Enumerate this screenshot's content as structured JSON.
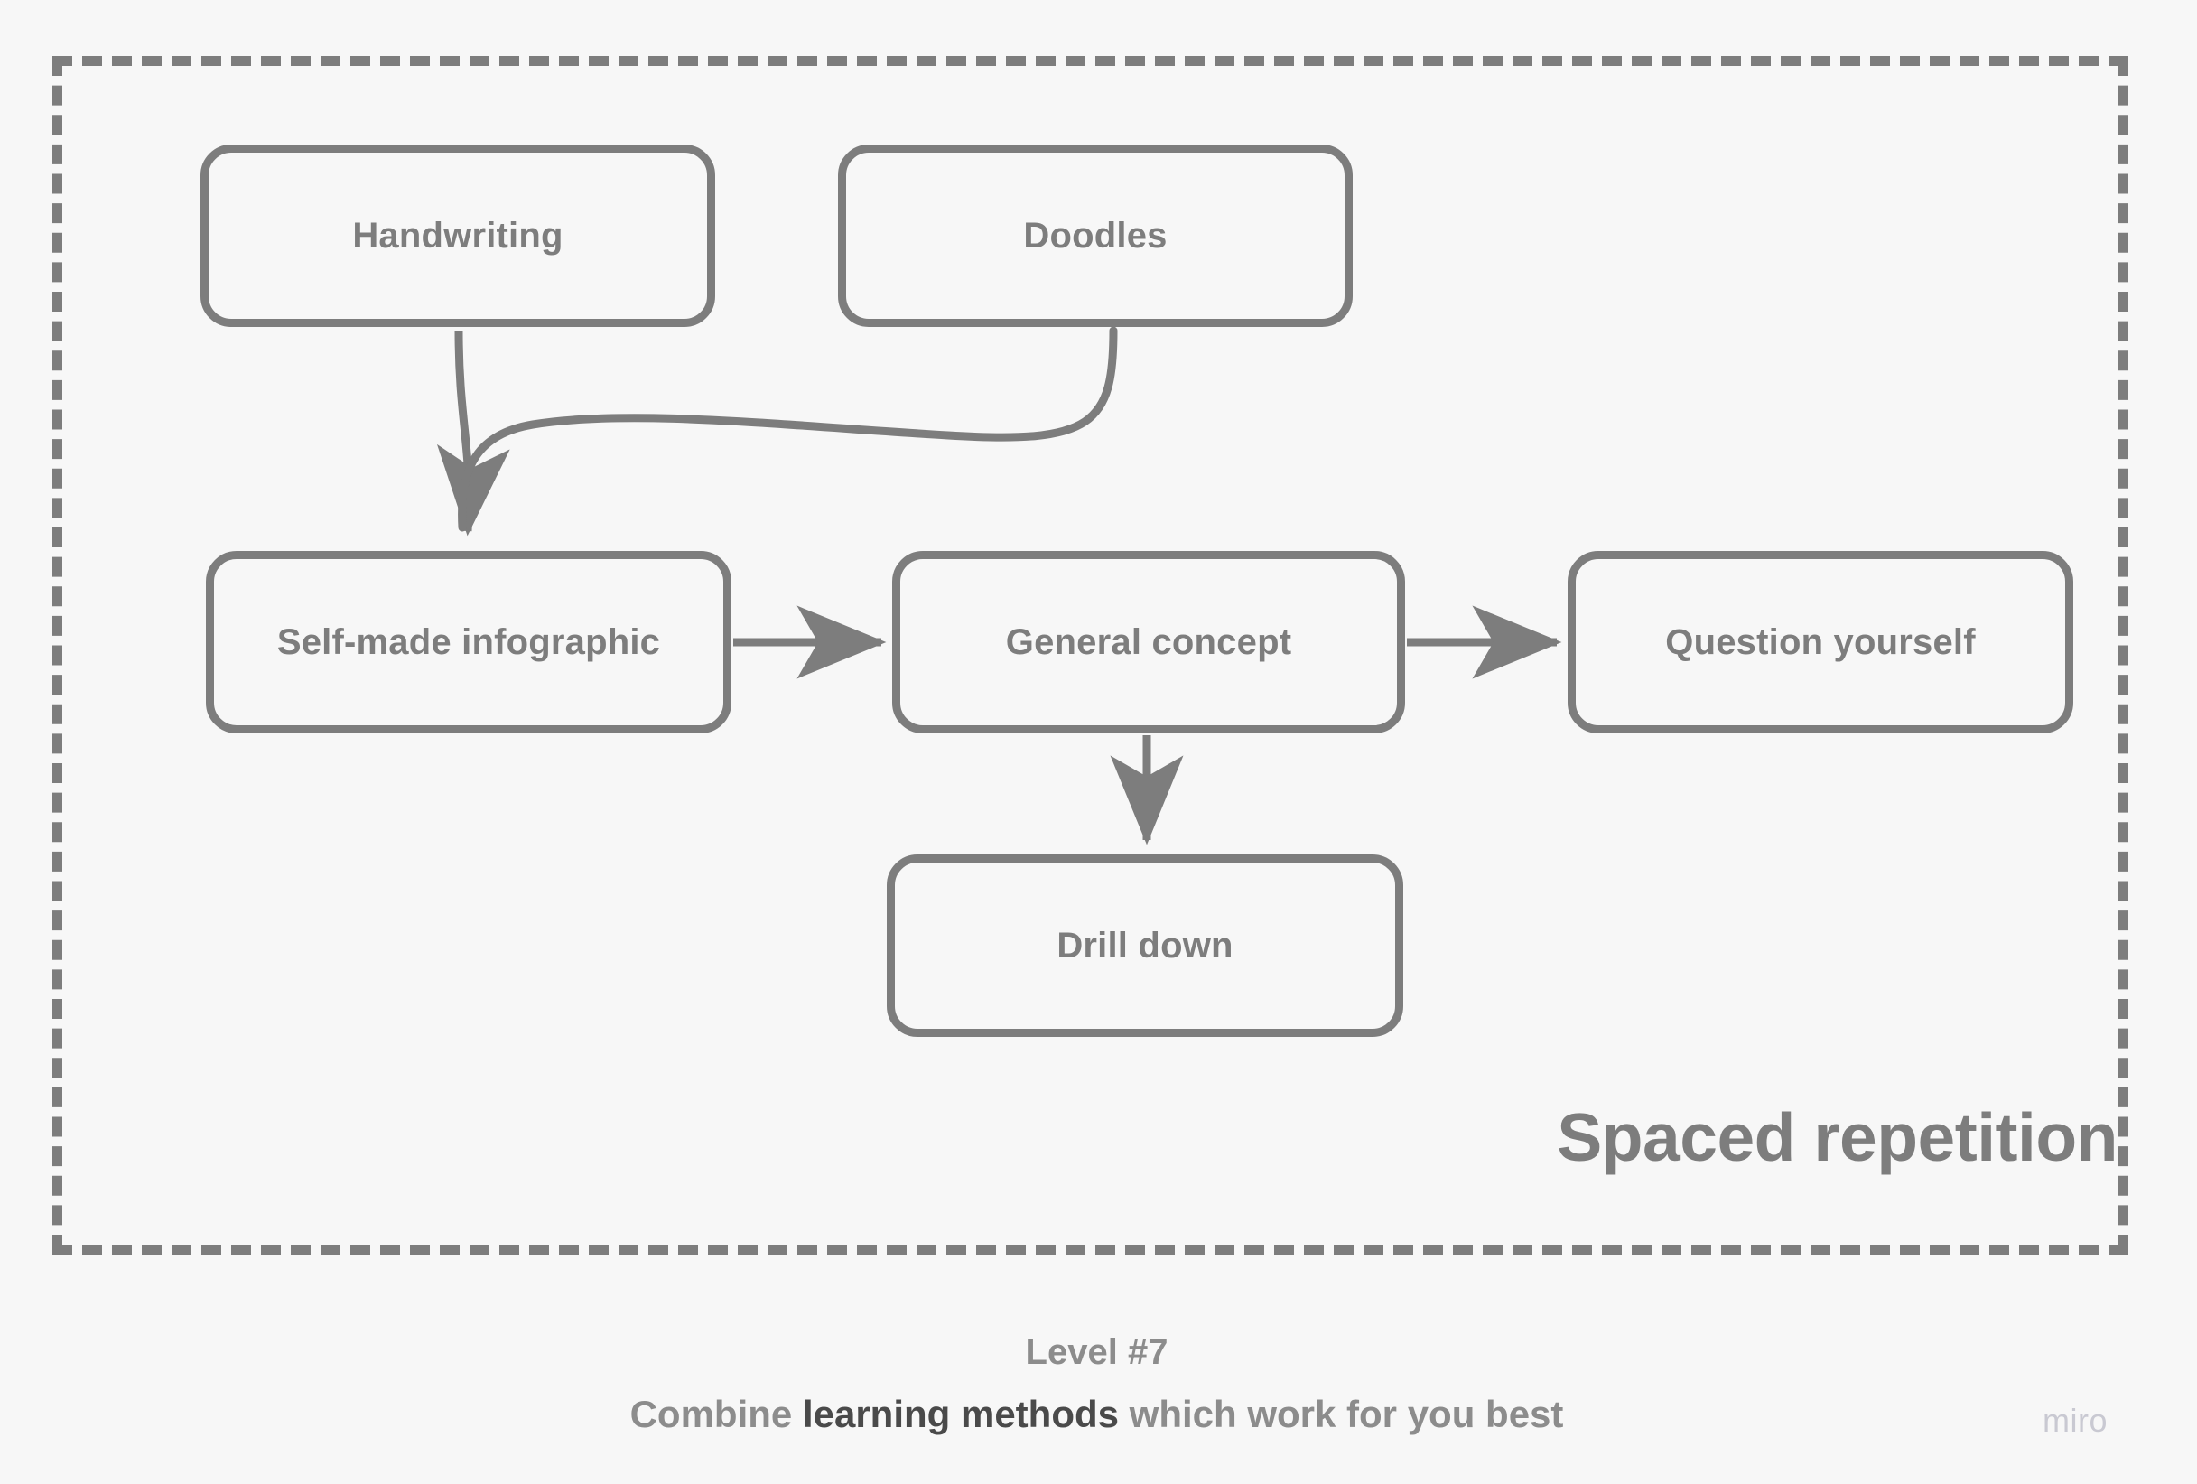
{
  "canvas": {
    "background_color": "#f7f7f7",
    "stroke_color": "#7d7d7d"
  },
  "frame": {
    "style": "dashed",
    "title": "Spaced repetition"
  },
  "nodes": [
    {
      "id": "handwriting",
      "label": "Handwriting"
    },
    {
      "id": "doodles",
      "label": "Doodles"
    },
    {
      "id": "self-made-infographic",
      "label": "Self-made infographic"
    },
    {
      "id": "general-concept",
      "label": "General concept"
    },
    {
      "id": "question-yourself",
      "label": "Question yourself"
    },
    {
      "id": "drill-down",
      "label": "Drill down"
    }
  ],
  "edges": [
    {
      "from": "handwriting",
      "to": "self-made-infographic",
      "kind": "curved-arrow"
    },
    {
      "from": "doodles",
      "to": "self-made-infographic",
      "kind": "curved-arrow"
    },
    {
      "from": "self-made-infographic",
      "to": "general-concept",
      "kind": "straight-arrow"
    },
    {
      "from": "general-concept",
      "to": "question-yourself",
      "kind": "straight-arrow"
    },
    {
      "from": "general-concept",
      "to": "drill-down",
      "kind": "straight-arrow"
    }
  ],
  "caption": {
    "level": "Level #7",
    "subtitle_before": "Combine ",
    "subtitle_emphasis": "learning methods",
    "subtitle_after": " which work for you best"
  },
  "watermark": {
    "label": "miro"
  }
}
